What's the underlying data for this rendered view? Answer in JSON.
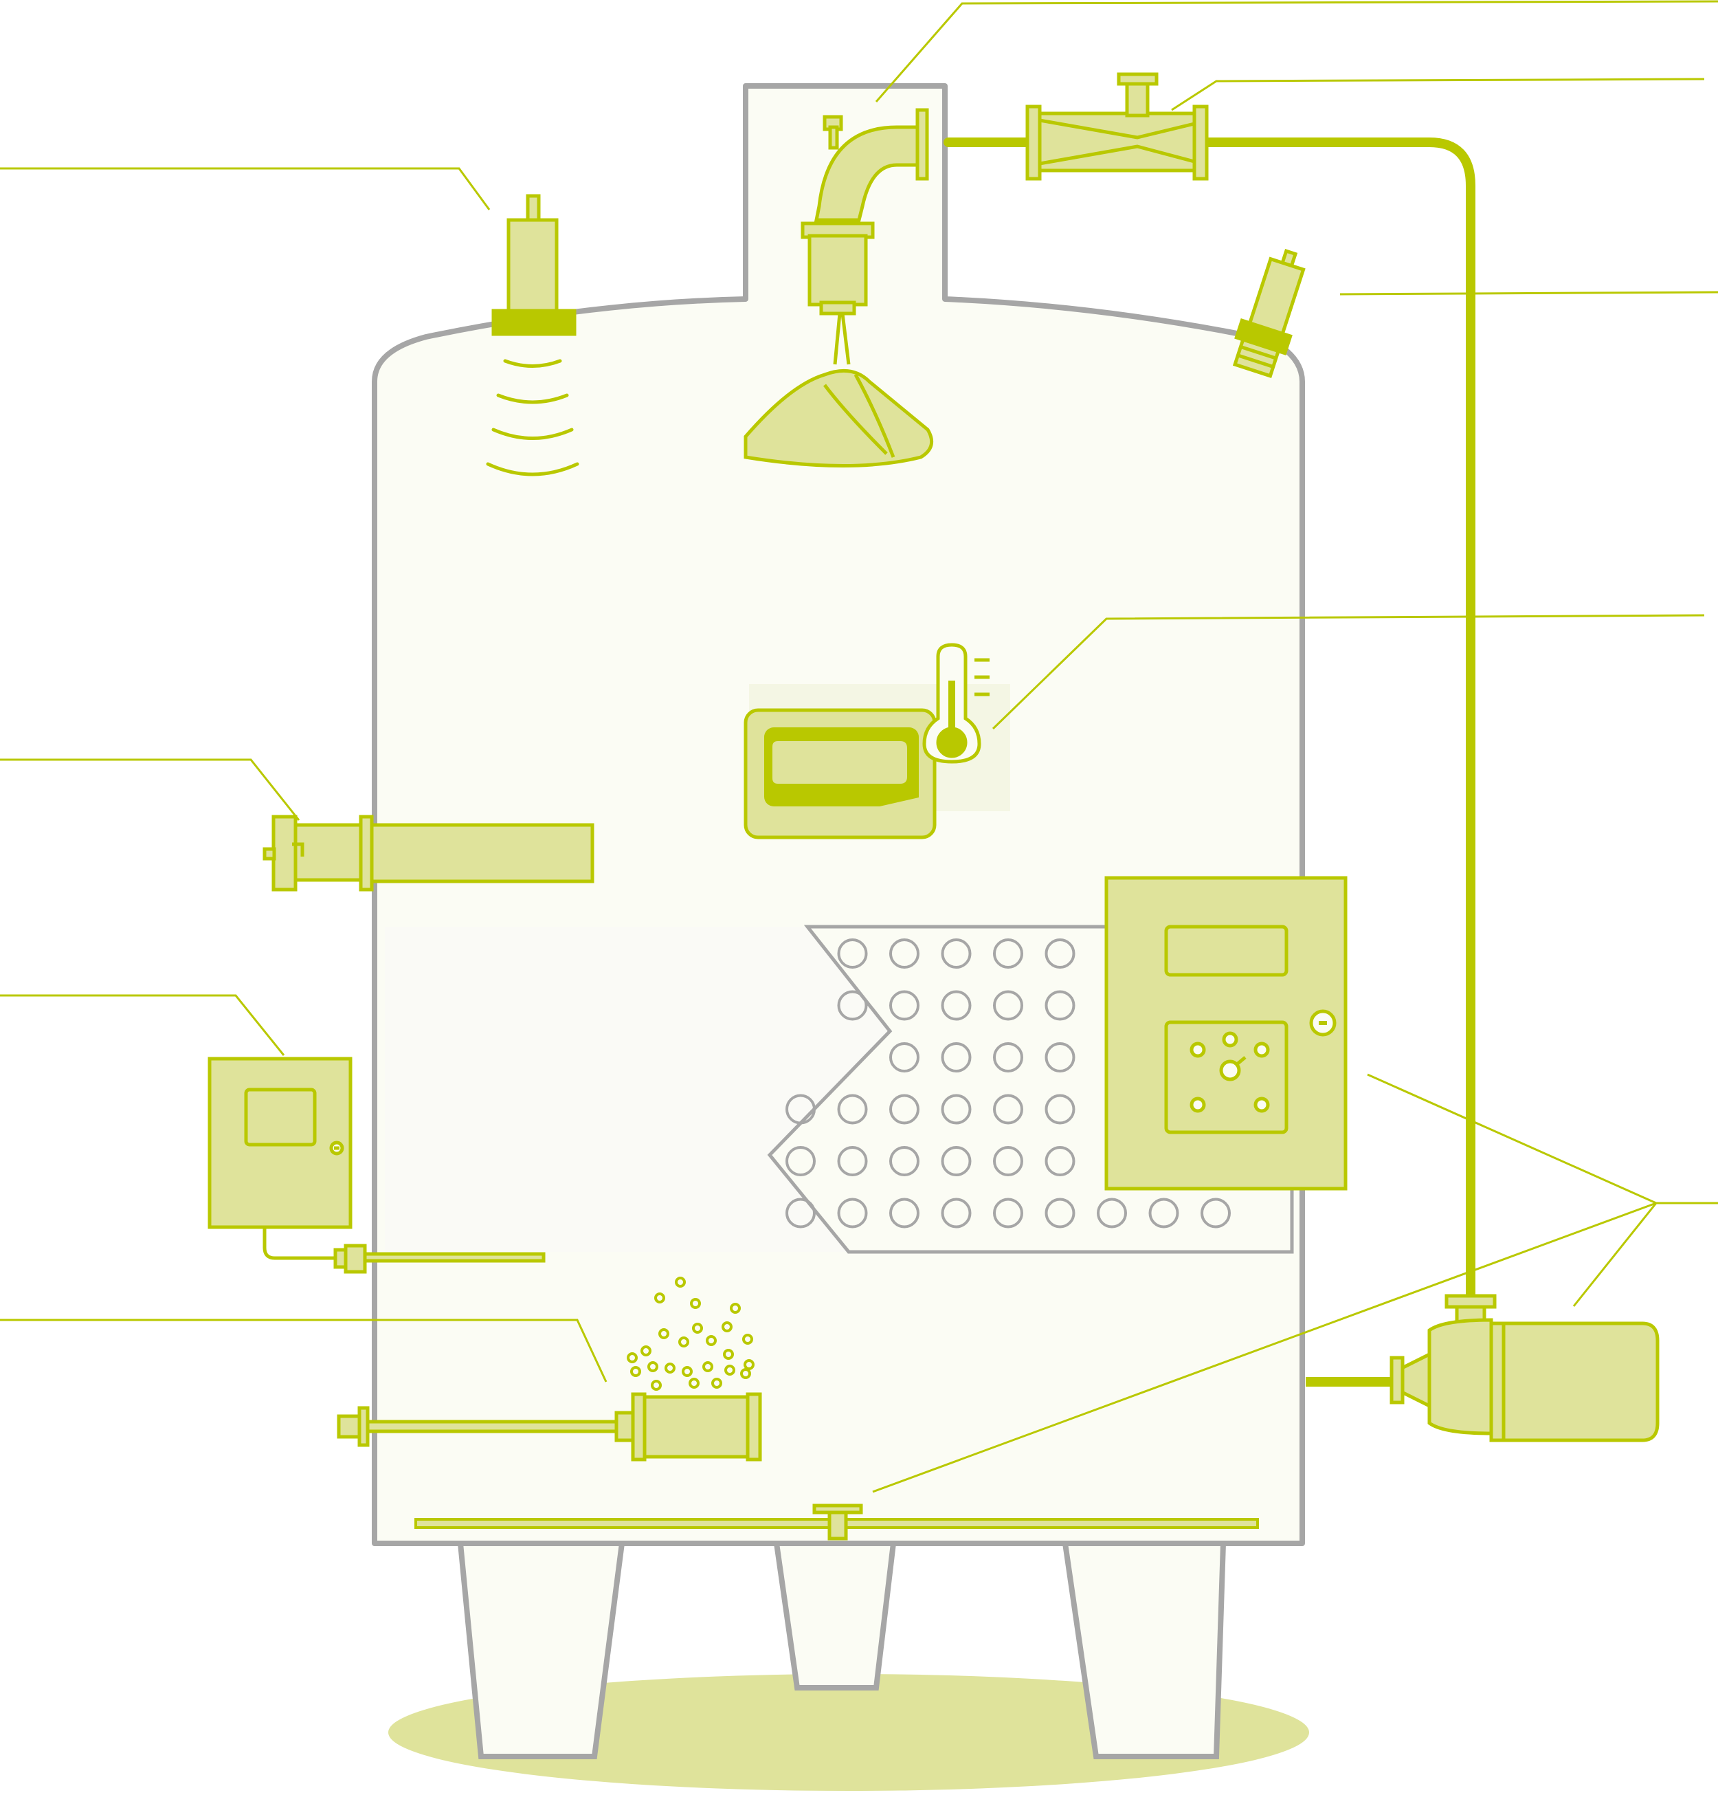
{
  "diagram": {
    "labels": [],
    "colors": {
      "accent": "#b9c800",
      "accent_fill": "#dfe39b",
      "tank_fill": "#fbfcf4",
      "tank_outline": "#a6a6a6",
      "ground_shadow": "#dfe39b",
      "leader_line": "#b9c800",
      "holes_outline": "#a6a6a6"
    },
    "components": [
      "fill-level-sensor",
      "cip-spray-ball",
      "venturi-injector",
      "pressure-relief-valve",
      "temperature-display",
      "side-heater",
      "control-box-small",
      "aeration-diffuser",
      "perforated-false-bottom",
      "control-panel",
      "circulation-pump",
      "bottom-drain"
    ]
  }
}
